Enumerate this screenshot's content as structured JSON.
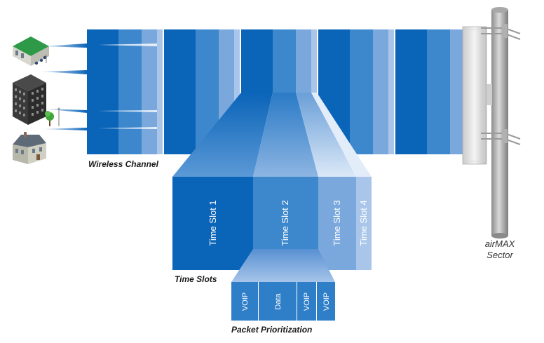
{
  "labels": {
    "wireless_channel": "Wireless Channel",
    "time_slots": "Time Slots",
    "packet_prioritization": "Packet Prioritization",
    "sector_line1": "airMAX",
    "sector_line2": "Sector"
  },
  "time_slots": [
    "Time Slot 1",
    "Time Slot 2",
    "Time Slot 3",
    "Time Slot 4"
  ],
  "packets": [
    "VOIP",
    "Data",
    "VOIP",
    "VOIP"
  ],
  "icons": [
    "store-building-icon",
    "office-tower-icon",
    "house-icon",
    "tree-icon",
    "antenna-pole-icon"
  ],
  "colors": {
    "dark_blue": "#0a64b8",
    "mid_blue": "#3d88cc",
    "light_blue": "#7aa8dc",
    "pale_blue": "#a9c6ea"
  }
}
